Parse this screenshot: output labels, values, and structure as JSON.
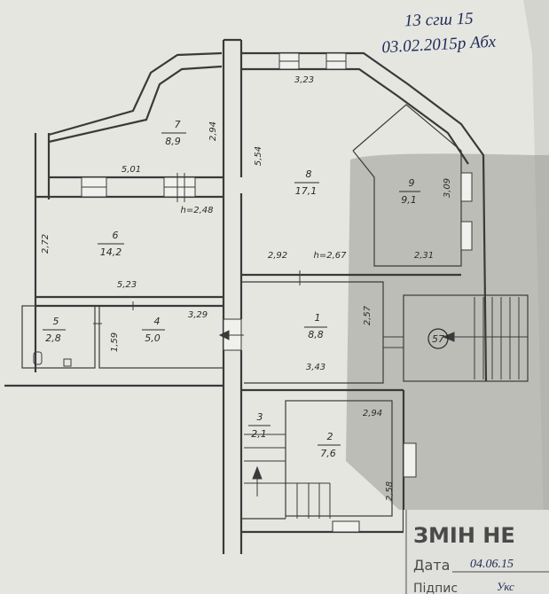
{
  "annotation": {
    "line1": "13   сгш   15",
    "line2": "03.02.2015р Абх"
  },
  "stamp": {
    "title": "ЗМІН НЕ",
    "date_label": "Дата",
    "date_value": "04.06.15",
    "sign_label": "Підпис",
    "sign_value": "Укс"
  },
  "staircase_label": "57",
  "rooms": [
    {
      "id": "1",
      "area": "8,8"
    },
    {
      "id": "2",
      "area": "7,6"
    },
    {
      "id": "3",
      "area": "2,1"
    },
    {
      "id": "4",
      "area": "5,0"
    },
    {
      "id": "5",
      "area": "2,8"
    },
    {
      "id": "6",
      "area": "14,2"
    },
    {
      "id": "7",
      "area": "8,9"
    },
    {
      "id": "8",
      "area": "17,1"
    },
    {
      "id": "9",
      "area": "9,1"
    }
  ],
  "dimensions": {
    "d323": "3,23",
    "d294a": "2,94",
    "d554": "5,54",
    "d501": "5,01",
    "h248": "h=2,48",
    "d309": "3,09",
    "d272": "2,72",
    "d292": "2,92",
    "h267": "h=2,67",
    "d231": "2,31",
    "d523": "5,23",
    "d329": "3,29",
    "d159": "1,59",
    "d257": "2,57",
    "d343": "3,43",
    "d294b": "2,94",
    "d258": "2,58"
  }
}
